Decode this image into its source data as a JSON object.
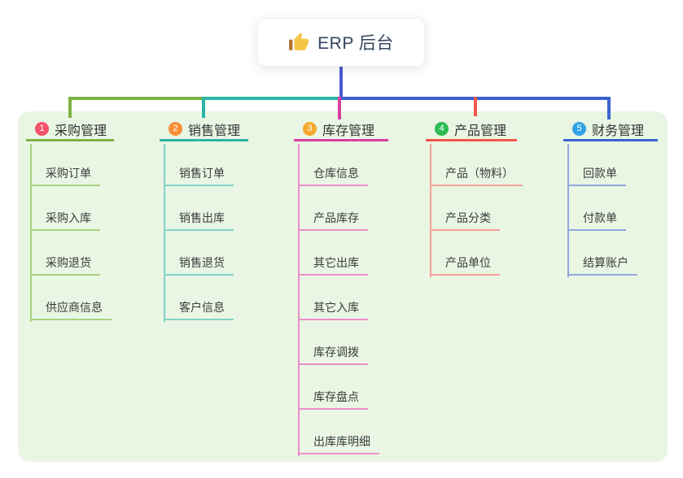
{
  "root": {
    "title": "ERP 后台",
    "icon": "thumbs-up-icon"
  },
  "colors": {
    "page_background": "#ffffff",
    "panel_background": "#e9f6e4",
    "root_stem": "#4a5ad0",
    "root_text": "#35465e",
    "branch_label_text": "#333333",
    "child_text": "#3b3b3b",
    "thumb_gold": "#f6c445",
    "thumb_cuff": "#b5712c"
  },
  "branches": [
    {
      "badge": "1",
      "label": "采购管理",
      "badge_color": "#f4516c",
      "line_color": "#7cb342",
      "child_line_color": "#a9d27f",
      "children": [
        "采购订单",
        "采购入库",
        "采购退货",
        "供应商信息"
      ]
    },
    {
      "badge": "2",
      "label": "销售管理",
      "badge_color": "#f78d36",
      "line_color": "#2ab5a5",
      "child_line_color": "#82d2c7",
      "children": [
        "销售订单",
        "销售出库",
        "销售退货",
        "客户信息"
      ]
    },
    {
      "badge": "3",
      "label": "库存管理",
      "badge_color": "#f5a82b",
      "line_color": "#d6419f",
      "child_line_color": "#ec8fc6",
      "children": [
        "仓库信息",
        "产品库存",
        "其它出库",
        "其它入库",
        "库存调拨",
        "库存盘点",
        "出库库明细"
      ]
    },
    {
      "badge": "4",
      "label": "产品管理",
      "badge_color": "#2ebd55",
      "line_color": "#f2574b",
      "child_line_color": "#f7a198",
      "children": [
        "产品（物料）",
        "产品分类",
        "产品单位"
      ]
    },
    {
      "badge": "5",
      "label": "财务管理",
      "badge_color": "#31a3e6",
      "line_color": "#3b63cf",
      "child_line_color": "#91a7e0",
      "children": [
        "回款单",
        "付款单",
        "结算账户"
      ]
    }
  ]
}
